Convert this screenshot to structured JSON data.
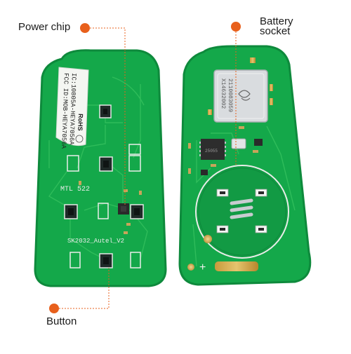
{
  "labels": {
    "power_chip": "Power chip",
    "battery_line1": "Battery",
    "battery_line2": "socket",
    "button": "Button"
  },
  "left_board": {
    "sticker_line1": "FCC ID:MOB-HEYA7056A",
    "sticker_line2": "IC:10805A-HEYA7056A",
    "rohs": "RoHS",
    "mtl_mark": "MTL 522",
    "model_text": "SK2032_Autel_V2"
  },
  "right_board": {
    "module_line1": "X14632002",
    "module_line2": "2110083059",
    "chip_text": "25055",
    "plus_symbol": "+"
  },
  "colors": {
    "pcb_green": "#14a84a",
    "pcb_edge": "#0e8a3c",
    "trace": "#36c25f",
    "marker_orange": "#e8601c",
    "silver": "#d9dcdf",
    "text": "#1a1a1a"
  }
}
